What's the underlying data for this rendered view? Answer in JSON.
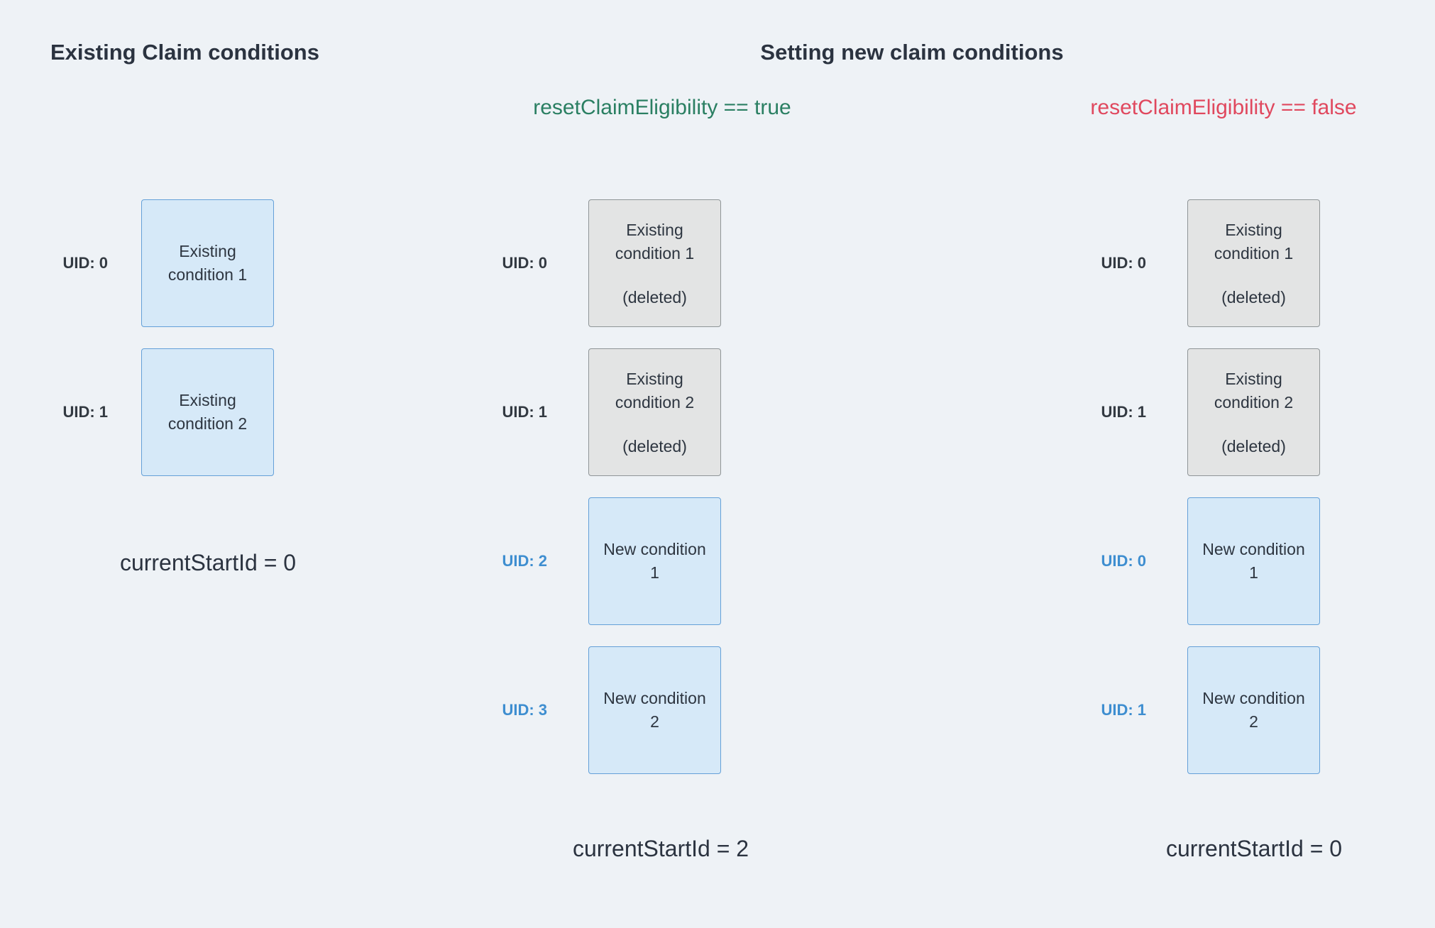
{
  "page": {
    "left_title": "Existing Claim conditions",
    "right_title": "Setting new claim conditions"
  },
  "columns": {
    "existing": {
      "boxes": [
        {
          "uid": "UID: 0",
          "line1": "Existing",
          "line2": "condition 1"
        },
        {
          "uid": "UID: 1",
          "line1": "Existing",
          "line2": "condition 2"
        }
      ],
      "footer": "currentStartId = 0"
    },
    "reset_true": {
      "subtitle": "resetClaimEligibility == true",
      "boxes": [
        {
          "uid": "UID: 0",
          "line1": "Existing",
          "line2": "condition 1",
          "note": "(deleted)"
        },
        {
          "uid": "UID: 1",
          "line1": "Existing",
          "line2": "condition 2",
          "note": "(deleted)"
        },
        {
          "uid": "UID: 2",
          "line1": "New condition",
          "line2": "1"
        },
        {
          "uid": "UID: 3",
          "line1": "New condition",
          "line2": "2"
        }
      ],
      "footer": "currentStartId = 2"
    },
    "reset_false": {
      "subtitle": "resetClaimEligibility == false",
      "boxes": [
        {
          "uid": "UID: 0",
          "line1": "Existing",
          "line2": "condition 1",
          "note": "(deleted)"
        },
        {
          "uid": "UID: 1",
          "line1": "Existing",
          "line2": "condition 2",
          "note": "(deleted)"
        },
        {
          "uid": "UID: 0",
          "line1": "New condition",
          "line2": "1"
        },
        {
          "uid": "UID: 1",
          "line1": "New condition",
          "line2": "2"
        }
      ],
      "footer": "currentStartId = 0"
    }
  },
  "colors": {
    "background": "#eef2f6",
    "blue_box_fill": "#d6e9f8",
    "blue_box_border": "#64a0d8",
    "gray_box_fill": "#e3e4e4",
    "gray_box_border": "#8f9597",
    "green_text": "#2a7f62",
    "red_text": "#e0485e",
    "blue_uid_text": "#3e8ed0",
    "dark_text": "#2b3340"
  }
}
